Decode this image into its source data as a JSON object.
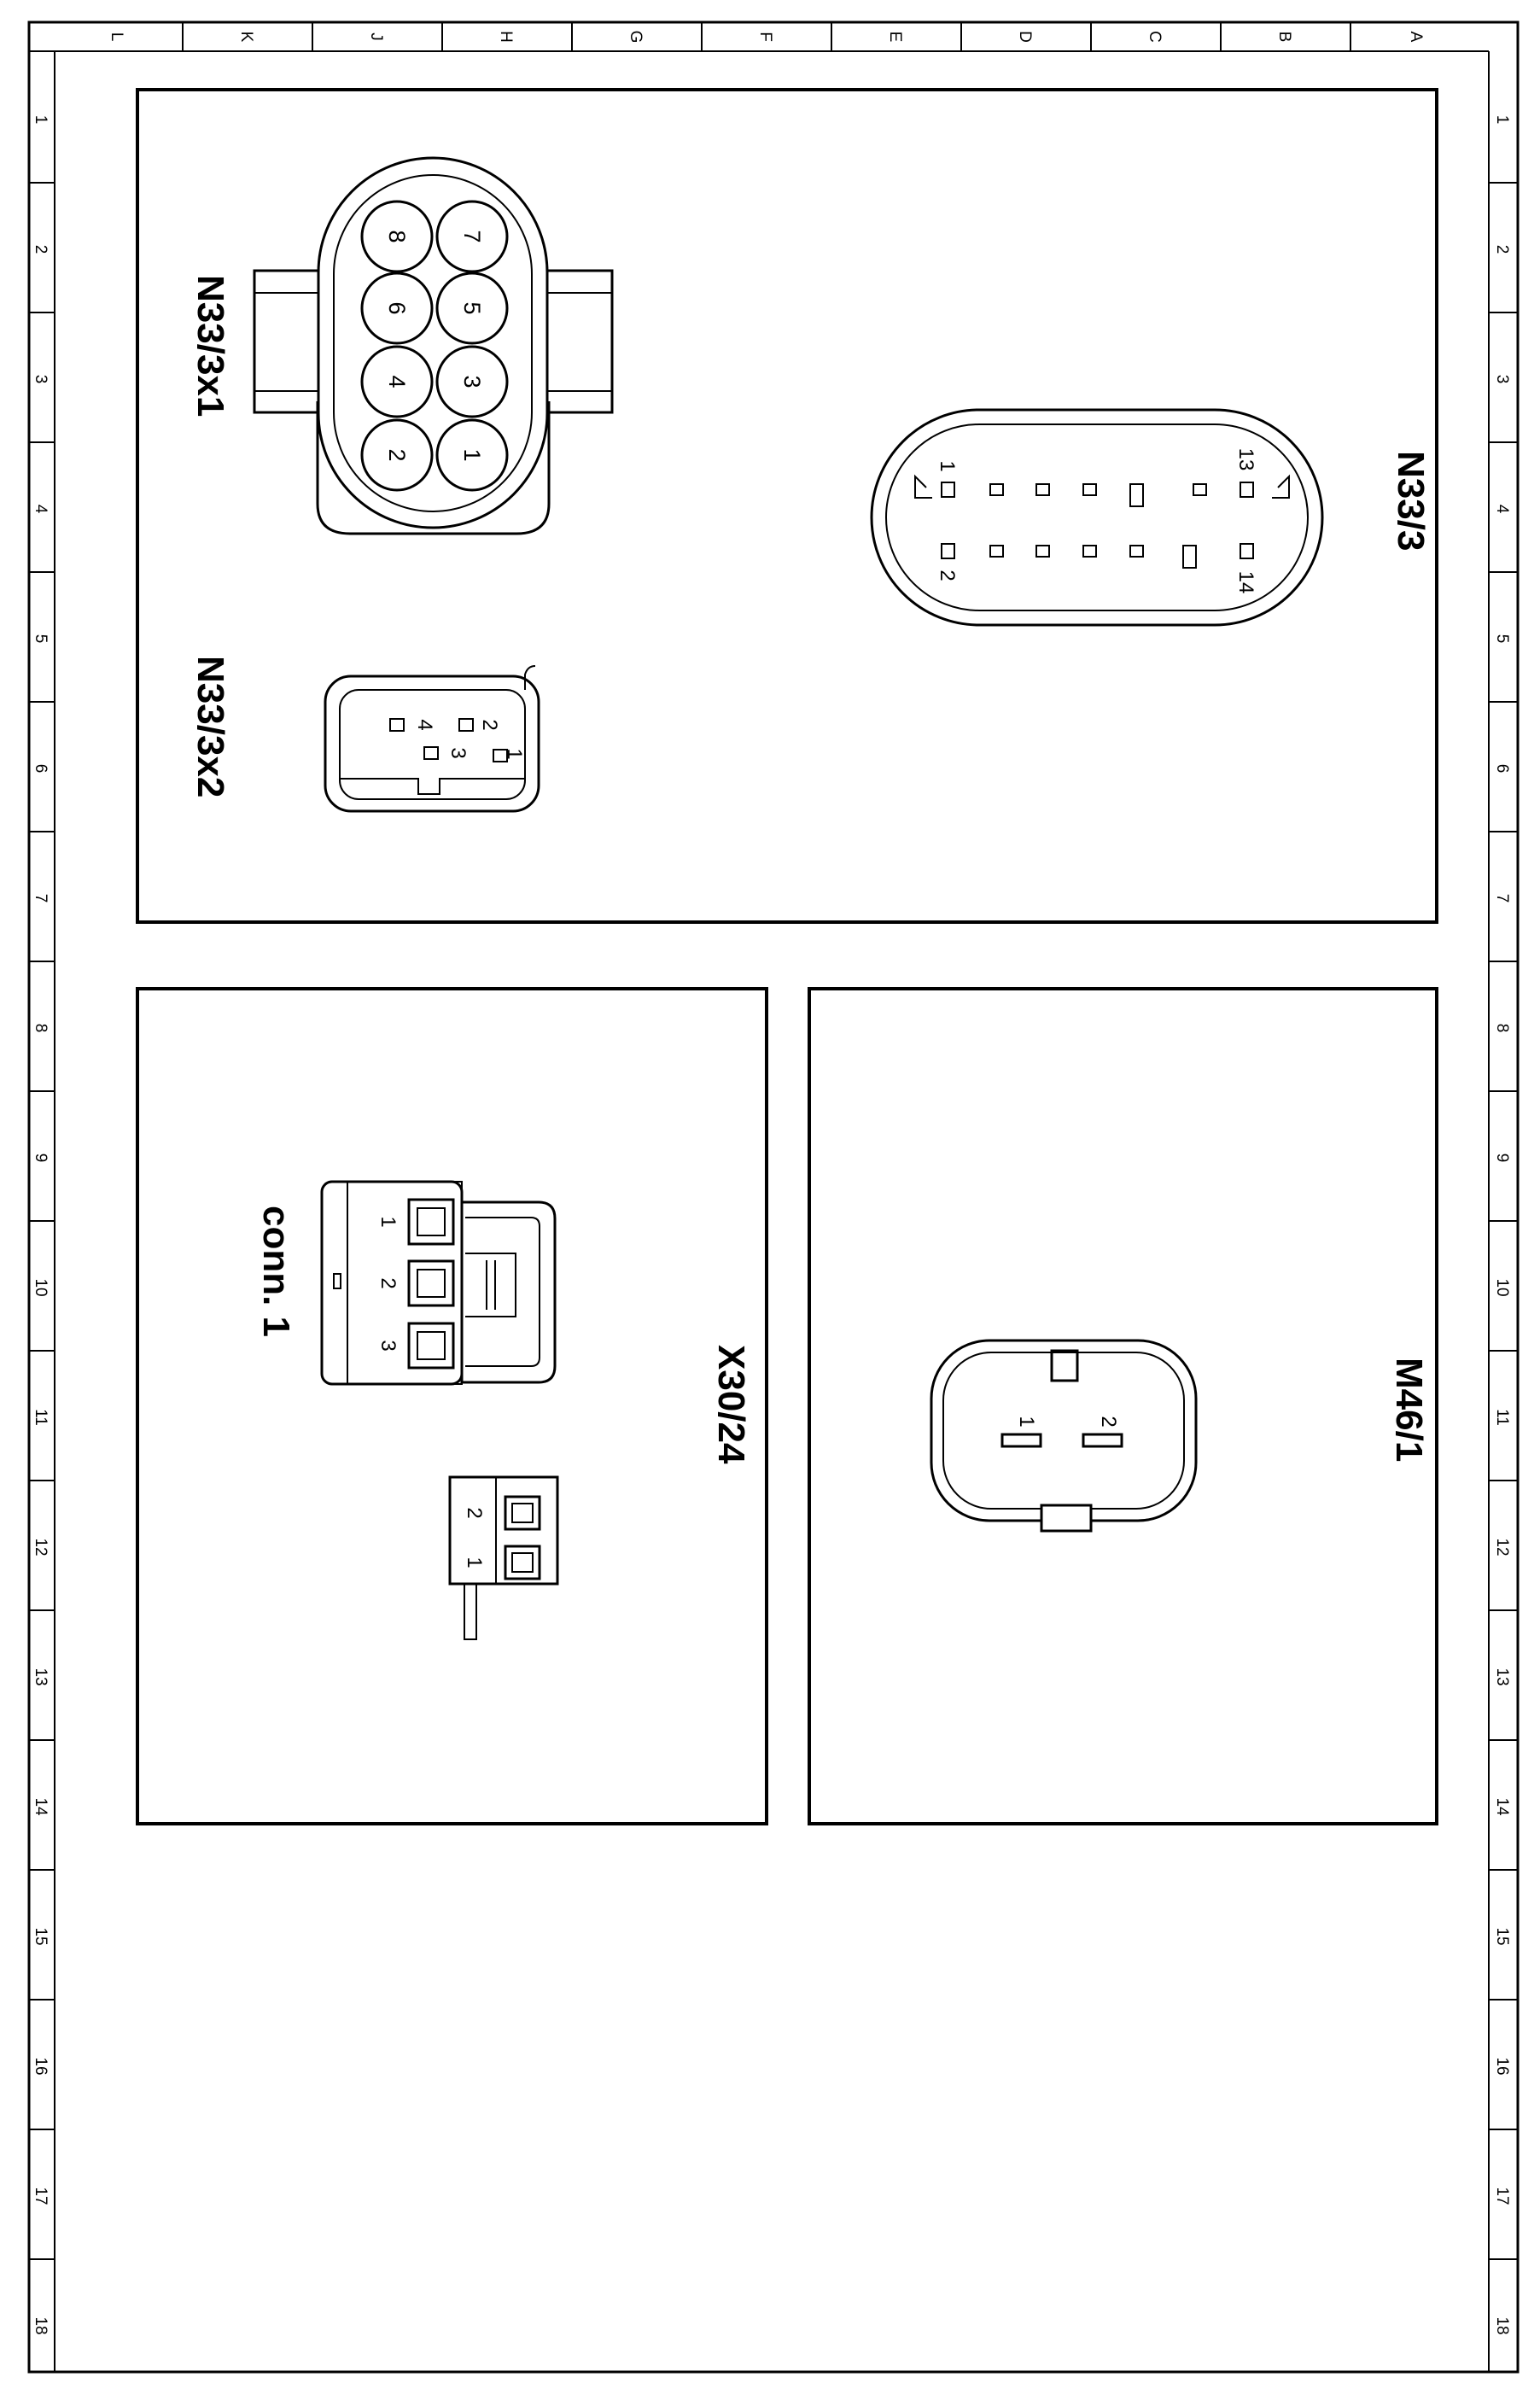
{
  "border": {
    "letters": [
      "L",
      "K",
      "J",
      "H",
      "G",
      "F",
      "E",
      "D",
      "C",
      "B",
      "A"
    ],
    "numbers": [
      "1",
      "2",
      "3",
      "4",
      "5",
      "6",
      "7",
      "8",
      "9",
      "10",
      "11",
      "12",
      "13",
      "14",
      "15",
      "16",
      "17",
      "18"
    ]
  },
  "connectors": {
    "n33_3x1": {
      "title": "N33/3x1",
      "pins": [
        "1",
        "2",
        "3",
        "4",
        "5",
        "6",
        "7",
        "8"
      ]
    },
    "n33_3x2": {
      "title": "N33/3x2",
      "pins": [
        "1",
        "2",
        "3",
        "4"
      ]
    },
    "n33_3": {
      "title": "N33/3",
      "pins": [
        "1",
        "2",
        "13",
        "14"
      ]
    },
    "x30_24": {
      "title": "X30/24",
      "conn_label": "conn. 1",
      "conn_pins": [
        "1",
        "2",
        "3"
      ],
      "plug_pins": [
        "1",
        "2"
      ]
    },
    "m46_1": {
      "title": "M46/1",
      "pins": [
        "1",
        "2"
      ]
    }
  }
}
